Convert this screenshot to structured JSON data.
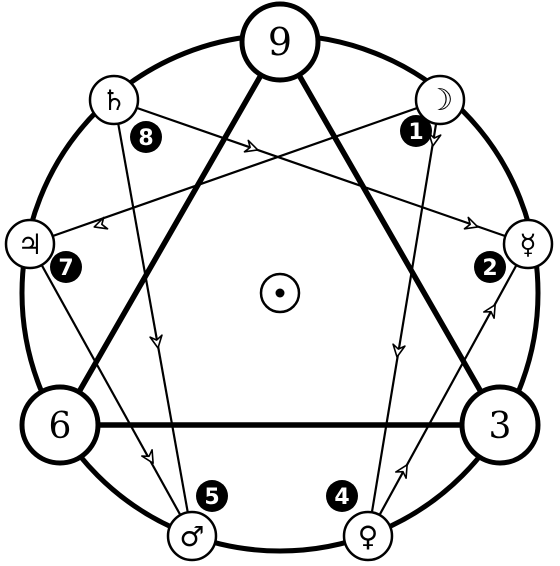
{
  "diagram": {
    "colors": {
      "stroke": "#000000",
      "fill": "#ffffff",
      "badge": "#000000",
      "badge_text": "#ffffff"
    },
    "center_symbol": "sun-symbol",
    "main_points": [
      {
        "id": "point-9",
        "label": "9"
      },
      {
        "id": "point-6",
        "label": "6"
      },
      {
        "id": "point-3",
        "label": "3"
      }
    ],
    "planets": [
      {
        "id": "saturn",
        "glyph": "♄",
        "icon": "saturn-icon",
        "number": "8"
      },
      {
        "id": "moon",
        "glyph": "☽",
        "icon": "moon-icon",
        "number": "1"
      },
      {
        "id": "mercury",
        "glyph": "☿",
        "icon": "mercury-icon",
        "number": "2"
      },
      {
        "id": "jupiter",
        "glyph": "♃",
        "icon": "jupiter-icon",
        "number": "7"
      },
      {
        "id": "mars",
        "glyph": "♂",
        "icon": "mars-icon",
        "number": "5"
      },
      {
        "id": "venus",
        "glyph": "♀",
        "icon": "venus-icon",
        "number": "4"
      }
    ]
  }
}
